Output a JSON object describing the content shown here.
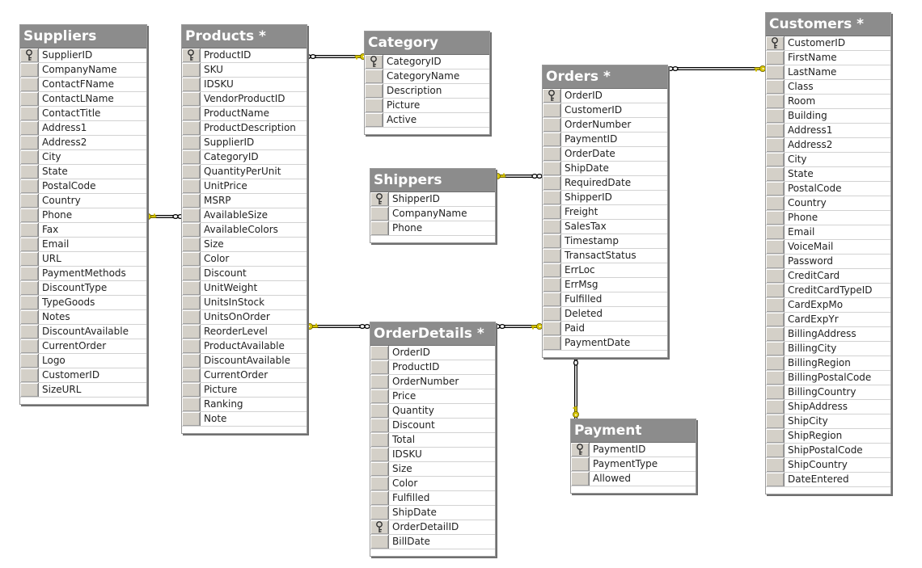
{
  "tables": {
    "suppliers": {
      "title": "Suppliers",
      "columns": [
        {
          "name": "SupplierID",
          "pk": true
        },
        {
          "name": "CompanyName"
        },
        {
          "name": "ContactFName"
        },
        {
          "name": "ContactLName"
        },
        {
          "name": "ContactTitle"
        },
        {
          "name": "Address1"
        },
        {
          "name": "Address2"
        },
        {
          "name": "City"
        },
        {
          "name": "State"
        },
        {
          "name": "PostalCode"
        },
        {
          "name": "Country"
        },
        {
          "name": "Phone"
        },
        {
          "name": "Fax"
        },
        {
          "name": "Email"
        },
        {
          "name": "URL"
        },
        {
          "name": "PaymentMethods"
        },
        {
          "name": "DiscountType"
        },
        {
          "name": "TypeGoods"
        },
        {
          "name": "Notes"
        },
        {
          "name": "DiscountAvailable"
        },
        {
          "name": "CurrentOrder"
        },
        {
          "name": "Logo"
        },
        {
          "name": "CustomerID"
        },
        {
          "name": "SizeURL"
        }
      ]
    },
    "products": {
      "title": "Products *",
      "columns": [
        {
          "name": "ProductID",
          "pk": true
        },
        {
          "name": "SKU"
        },
        {
          "name": "IDSKU"
        },
        {
          "name": "VendorProductID"
        },
        {
          "name": "ProductName"
        },
        {
          "name": "ProductDescription"
        },
        {
          "name": "SupplierID"
        },
        {
          "name": "CategoryID"
        },
        {
          "name": "QuantityPerUnit"
        },
        {
          "name": "UnitPrice"
        },
        {
          "name": "MSRP"
        },
        {
          "name": "AvailableSize"
        },
        {
          "name": "AvailableColors"
        },
        {
          "name": "Size"
        },
        {
          "name": "Color"
        },
        {
          "name": "Discount"
        },
        {
          "name": "UnitWeight"
        },
        {
          "name": "UnitsInStock"
        },
        {
          "name": "UnitsOnOrder"
        },
        {
          "name": "ReorderLevel"
        },
        {
          "name": "ProductAvailable"
        },
        {
          "name": "DiscountAvailable"
        },
        {
          "name": "CurrentOrder"
        },
        {
          "name": "Picture"
        },
        {
          "name": "Ranking"
        },
        {
          "name": "Note"
        }
      ]
    },
    "category": {
      "title": "Category",
      "columns": [
        {
          "name": "CategoryID",
          "pk": true
        },
        {
          "name": "CategoryName"
        },
        {
          "name": "Description"
        },
        {
          "name": "Picture"
        },
        {
          "name": "Active"
        }
      ]
    },
    "shippers": {
      "title": "Shippers",
      "columns": [
        {
          "name": "ShipperID",
          "pk": true
        },
        {
          "name": "CompanyName"
        },
        {
          "name": "Phone"
        }
      ]
    },
    "orderdetails": {
      "title": "OrderDetails *",
      "columns": [
        {
          "name": "OrderID"
        },
        {
          "name": "ProductID"
        },
        {
          "name": "OrderNumber"
        },
        {
          "name": "Price"
        },
        {
          "name": "Quantity"
        },
        {
          "name": "Discount"
        },
        {
          "name": "Total"
        },
        {
          "name": "IDSKU"
        },
        {
          "name": "Size"
        },
        {
          "name": "Color"
        },
        {
          "name": "Fulfilled"
        },
        {
          "name": "ShipDate"
        },
        {
          "name": "OrderDetailID",
          "pk": true
        },
        {
          "name": "BillDate"
        }
      ]
    },
    "orders": {
      "title": "Orders *",
      "columns": [
        {
          "name": "OrderID",
          "pk": true
        },
        {
          "name": "CustomerID"
        },
        {
          "name": "OrderNumber"
        },
        {
          "name": "PaymentID"
        },
        {
          "name": "OrderDate"
        },
        {
          "name": "ShipDate"
        },
        {
          "name": "RequiredDate"
        },
        {
          "name": "ShipperID"
        },
        {
          "name": "Freight"
        },
        {
          "name": "SalesTax"
        },
        {
          "name": "Timestamp"
        },
        {
          "name": "TransactStatus"
        },
        {
          "name": "ErrLoc"
        },
        {
          "name": "ErrMsg"
        },
        {
          "name": "Fulfilled"
        },
        {
          "name": "Deleted"
        },
        {
          "name": "Paid"
        },
        {
          "name": "PaymentDate"
        }
      ]
    },
    "payment": {
      "title": "Payment",
      "columns": [
        {
          "name": "PaymentID",
          "pk": true
        },
        {
          "name": "PaymentType"
        },
        {
          "name": "Allowed"
        }
      ]
    },
    "customers": {
      "title": "Customers *",
      "columns": [
        {
          "name": "CustomerID",
          "pk": true
        },
        {
          "name": "FirstName"
        },
        {
          "name": "LastName"
        },
        {
          "name": "Class"
        },
        {
          "name": "Room"
        },
        {
          "name": "Building"
        },
        {
          "name": "Address1"
        },
        {
          "name": "Address2"
        },
        {
          "name": "City"
        },
        {
          "name": "State"
        },
        {
          "name": "PostalCode"
        },
        {
          "name": "Country"
        },
        {
          "name": "Phone"
        },
        {
          "name": "Email"
        },
        {
          "name": "VoiceMail"
        },
        {
          "name": "Password"
        },
        {
          "name": "CreditCard"
        },
        {
          "name": "CreditCardTypeID"
        },
        {
          "name": "CardExpMo"
        },
        {
          "name": "CardExpYr"
        },
        {
          "name": "BillingAddress"
        },
        {
          "name": "BillingCity"
        },
        {
          "name": "BillingRegion"
        },
        {
          "name": "BillingPostalCode"
        },
        {
          "name": "BillingCountry"
        },
        {
          "name": "ShipAddress"
        },
        {
          "name": "ShipCity"
        },
        {
          "name": "ShipRegion"
        },
        {
          "name": "ShipPostalCode"
        },
        {
          "name": "ShipCountry"
        },
        {
          "name": "DateEntered"
        }
      ]
    }
  },
  "relationships": [
    {
      "from": "products",
      "to": "category",
      "key_end": "category",
      "many_end": "products"
    },
    {
      "from": "products",
      "to": "suppliers",
      "key_end": "suppliers",
      "many_end": "products"
    },
    {
      "from": "products",
      "to": "orderdetails",
      "key_end": "products",
      "many_end": "orderdetails"
    },
    {
      "from": "orders",
      "to": "shippers",
      "key_end": "shippers",
      "many_end": "orders"
    },
    {
      "from": "orderdetails",
      "to": "orders",
      "key_end": "orders",
      "many_end": "orderdetails"
    },
    {
      "from": "orders",
      "to": "customers",
      "key_end": "customers",
      "many_end": "orders"
    },
    {
      "from": "orders",
      "to": "payment",
      "key_end": "payment",
      "many_end": "orders"
    }
  ],
  "colors": {
    "title_bar": "#8c8c8c",
    "key_icon": "#d6c400",
    "connector": "#000000"
  },
  "icons": {
    "primary_key": "key-icon",
    "relationship_one_end": "key-icon",
    "relationship_many_end": "infinity-icon"
  }
}
